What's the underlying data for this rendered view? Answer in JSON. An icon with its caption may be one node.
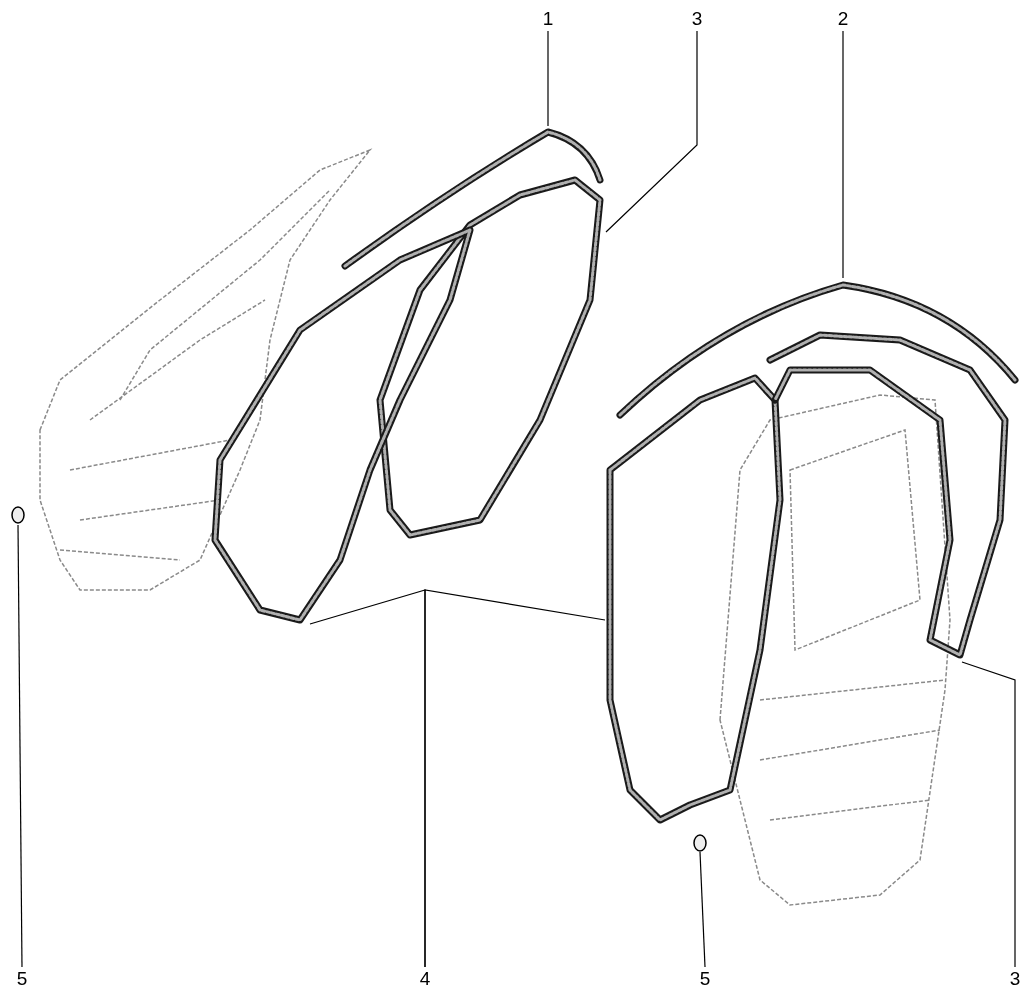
{
  "diagram": {
    "nodes": [
      {
        "text": [
          "1"
        ]
      },
      {
        "text": [
          "3"
        ]
      },
      {
        "text": [
          "2"
        ]
      },
      {
        "text": [
          "5"
        ]
      },
      {
        "text": [
          "4"
        ]
      },
      {
        "text": [
          "5"
        ]
      },
      {
        "text": [
          "3"
        ]
      },
      {
        "text": [],
        "shape": "picture"
      },
      {
        "text": [],
        "shape": "picture"
      },
      {
        "text": [],
        "shape": "picture"
      },
      {
        "text": [],
        "shape": "picture"
      },
      {
        "text": [],
        "shape": "picture"
      },
      {
        "text": [],
        "shape": "picture"
      },
      {
        "text": [],
        "shape": "circle"
      },
      {
        "text": [],
        "shape": "circle"
      }
    ],
    "edges": [
      {
        "from": 0,
        "to": 7,
        "arrow": "none"
      },
      {
        "from": 1,
        "to": 8,
        "arrow": "none"
      },
      {
        "from": 2,
        "to": 9,
        "arrow": "none"
      },
      {
        "from": 3,
        "to": 13,
        "arrow": "none"
      },
      {
        "from": 4,
        "to": 10,
        "arrow": "none"
      },
      {
        "from": 4,
        "to": 11,
        "arrow": "none"
      },
      {
        "from": 5,
        "to": 14,
        "arrow": "none"
      },
      {
        "from": 6,
        "to": 12,
        "arrow": "none"
      }
    ]
  }
}
